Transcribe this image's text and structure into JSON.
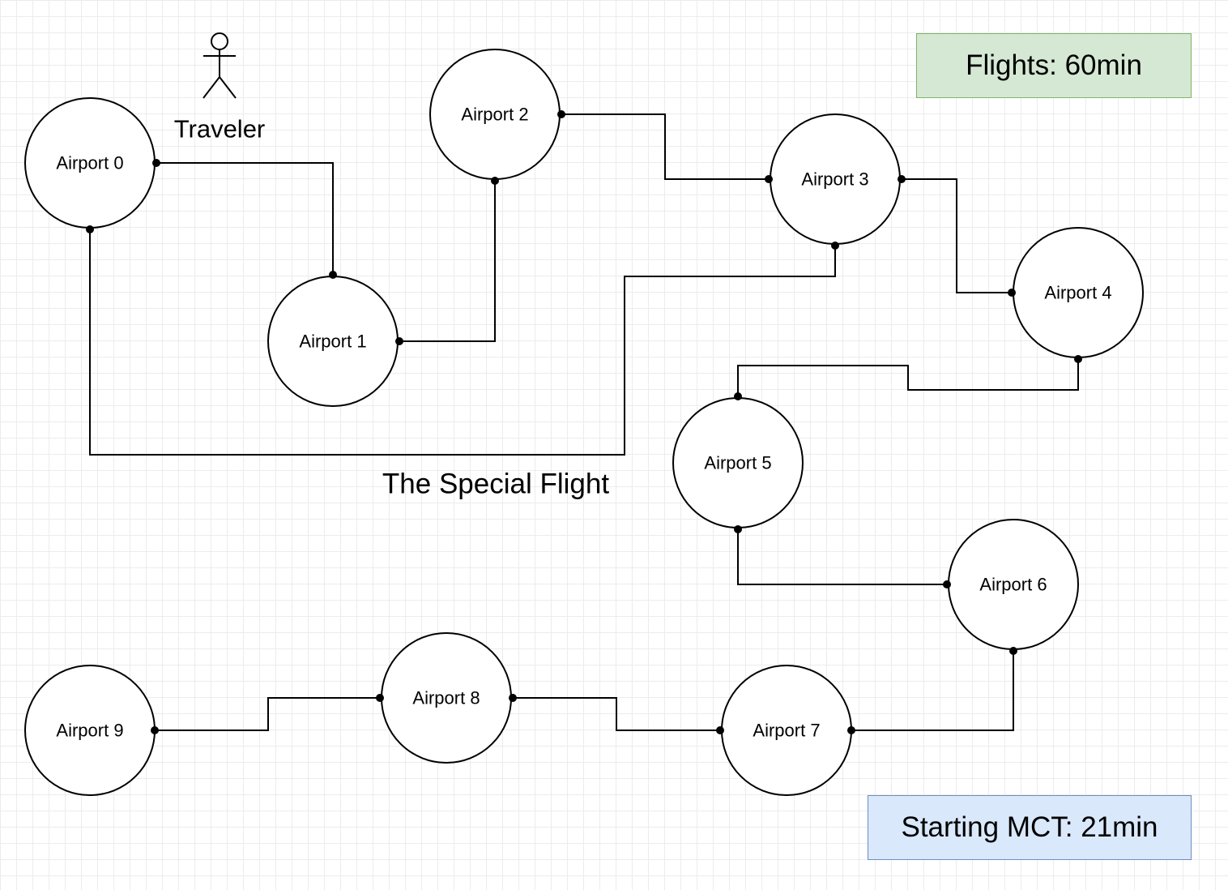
{
  "diagram": {
    "traveler_label": "Traveler",
    "special_flight_label": "The Special Flight",
    "flights_note": "Flights: 60min",
    "mct_note": "Starting MCT: 21min",
    "airports": [
      "Airport 0",
      "Airport 1",
      "Airport 2",
      "Airport 3",
      "Airport 4",
      "Airport 5",
      "Airport 6",
      "Airport 7",
      "Airport 8",
      "Airport 9"
    ],
    "connections": [
      {
        "from": "Airport 0",
        "to": "Airport 1"
      },
      {
        "from": "Airport 1",
        "to": "Airport 2"
      },
      {
        "from": "Airport 2",
        "to": "Airport 3"
      },
      {
        "from": "Airport 3",
        "to": "Airport 4"
      },
      {
        "from": "Airport 4",
        "to": "Airport 5"
      },
      {
        "from": "Airport 5",
        "to": "Airport 6"
      },
      {
        "from": "Airport 6",
        "to": "Airport 7"
      },
      {
        "from": "Airport 7",
        "to": "Airport 8"
      },
      {
        "from": "Airport 8",
        "to": "Airport 9"
      },
      {
        "from": "Airport 0",
        "to": "Airport 3",
        "label": "The Special Flight"
      }
    ]
  },
  "colors": {
    "flights_fill": "#d5e8d4",
    "flights_border": "#82b366",
    "mct_fill": "#dae8fc",
    "mct_border": "#6c8ebf",
    "line": "#000000"
  }
}
